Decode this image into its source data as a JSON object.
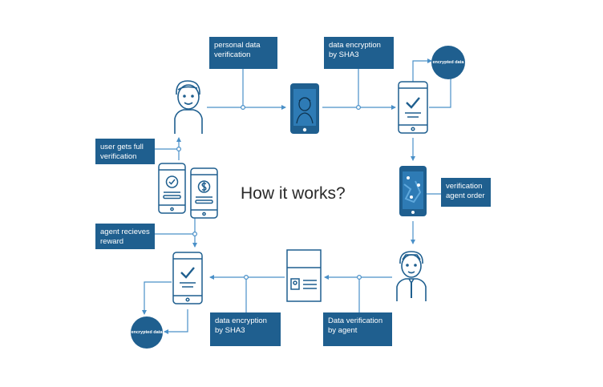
{
  "title": "How it works?",
  "colors": {
    "primary": "#1f5f8f",
    "line": "#4a90c8"
  },
  "labels": {
    "personal_data_verification": "personal data verification",
    "data_encryption_top": "data encryption by SHA3",
    "verification_agent_order": "verification agent order",
    "user_gets_full_verification": "user gets full verification",
    "agent_recieves_reward": "agent recieves reward",
    "data_encryption_bottom": "data encryption by SHA3",
    "data_verification_by_agent": "Data verification by agent"
  },
  "circles": {
    "encrypted_top": "encrypted data",
    "encrypted_bottom": "encrypted data"
  },
  "icons": [
    "user-avatar-icon",
    "agent-avatar-icon",
    "phone-portrait-icon",
    "phone-check-icon",
    "phone-map-icon",
    "phone-dollar-icon",
    "document-id-icon"
  ]
}
